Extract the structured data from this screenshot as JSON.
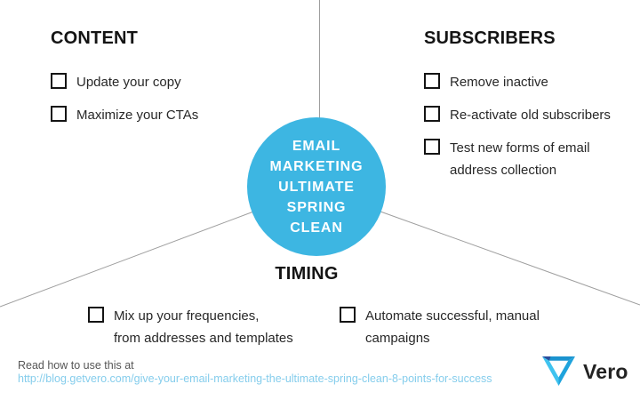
{
  "sections": {
    "content": {
      "title": "CONTENT",
      "items": [
        {
          "lines": [
            "Update your copy"
          ]
        },
        {
          "lines": [
            "Maximize your CTAs"
          ]
        }
      ]
    },
    "subscribers": {
      "title": "SUBSCRIBERS",
      "items": [
        {
          "lines": [
            "Remove inactive"
          ]
        },
        {
          "lines": [
            "Re-activate old subscribers"
          ]
        },
        {
          "lines": [
            "Test new forms of email",
            "address collection"
          ]
        }
      ]
    },
    "timing": {
      "title": "TIMING",
      "items": [
        {
          "lines": [
            "Mix up your frequencies,",
            "from addresses and templates"
          ]
        },
        {
          "lines": [
            "Automate successful, manual",
            "campaigns"
          ]
        }
      ]
    }
  },
  "center_circle": {
    "lines": [
      "EMAIL",
      "MARKETING",
      "ULTIMATE",
      "SPRING",
      "CLEAN"
    ]
  },
  "footer": {
    "note": "Read how to use this at",
    "link_url": "http://blog.getvero.com/give-your-email-marketing-the-ultimate-spring-clean-8-points-for-success",
    "brand_name": "Vero"
  },
  "colors": {
    "circle_fill": "#3db6e2",
    "link_text": "#85cdec",
    "connector_line": "#9e9e9e",
    "logo_light_blue": "#3fc3ef",
    "logo_mid_blue": "#1fa3dc",
    "logo_top_blue": "#1b93cf",
    "logo_accent_navy": "#2b3f93"
  }
}
